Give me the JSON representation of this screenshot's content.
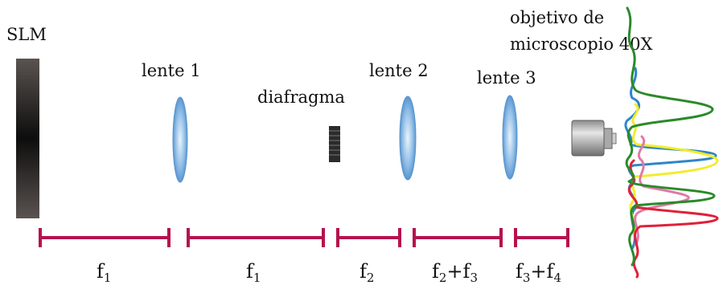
{
  "labels": {
    "slm": "SLM",
    "lens1": "lente  1",
    "diaphragm": "diafragma",
    "lens2": "lente 2",
    "lens3": "lente 3",
    "objective_line1": "objetivo de",
    "objective_line2": "microscopio 40X"
  },
  "distances": [
    {
      "main": "f",
      "sub1": "1",
      "plus": "",
      "main2": "",
      "sub2": ""
    },
    {
      "main": "f",
      "sub1": "1",
      "plus": "",
      "main2": "",
      "sub2": ""
    },
    {
      "main": "f",
      "sub1": "2",
      "plus": "",
      "main2": "",
      "sub2": ""
    },
    {
      "main": "f",
      "sub1": "2",
      "plus": "+",
      "main2": "f",
      "sub2": "3"
    },
    {
      "main": "f",
      "sub1": "3",
      "plus": "+",
      "main2": "f",
      "sub2": "4"
    }
  ],
  "colors": {
    "dimension_bar": "#b5124f",
    "lens_fill": "#4f8fd0",
    "slm_dark": "#111111",
    "slm_light": "#5a5350",
    "trace_blue": "#2f86c8",
    "trace_yellow": "#f2ec2a",
    "trace_green": "#2a8a2a",
    "trace_pink": "#e07aa6",
    "trace_red": "#e0203a"
  }
}
